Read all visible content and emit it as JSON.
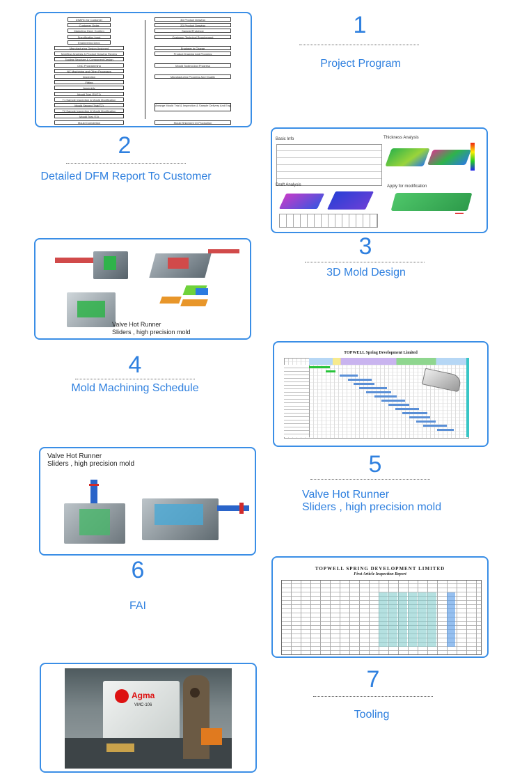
{
  "sections": [
    {
      "number": "1",
      "caption": "Project Program"
    },
    {
      "number": "2",
      "caption": "Detailed DFM Report To Customer"
    },
    {
      "number": "3",
      "caption": "3D Mold Design"
    },
    {
      "number": "4",
      "caption": "Mold Machining Schedule"
    },
    {
      "number": "5",
      "caption_line1": "Valve Hot Runner",
      "caption_line2": "Sliders , high precision mold"
    },
    {
      "number": "6",
      "caption": "FAI"
    },
    {
      "number": "7",
      "caption": "Tooling"
    }
  ],
  "flowchart": {
    "left": [
      "DIMIRC for Customer",
      "Customer Order",
      "Marketing Dept. Confirm",
      "Specification Input",
      "Engineering Dept.",
      "Manufacturing Design Assigned",
      "Moldflow Analysis & Product Drawing Review",
      "Tooling Structure & Component Design",
      "CNC Programming",
      "NC Machining and Other Processes",
      "Inspection",
      "Fitting",
      "Assembly",
      "Mould Trial (T0/T1)",
      "T1 Sample Inspection & Mould Modification",
      "Mould Second Trial(T2)",
      "T2 Sample Inspection & Mould Modification",
      "Mould Trial (T3)",
      "Mould Completion"
    ],
    "right": [
      "3D Product Drawing",
      "2D Product Drawing",
      "Sample/Prototype",
      "Customer Technical Requirement",
      "Engineer in Charge",
      "Product Drawing And Progress",
      "Mould Tooling And Progress",
      "Manufacturing Progress And Quality",
      "Arrange Mould Trial & Inspection & Sample Delivery And Engineering Paperwork",
      "Mould Shipment Or Production"
    ]
  },
  "dfm": {
    "basic_info": "Basic Info",
    "thickness": "Thickness Analysis",
    "draft": "Draft Analysis",
    "apply": "Apply for modification"
  },
  "mold_design_image": {
    "line1": "Valve Hot Runner",
    "line2": "Sliders , high precision mold"
  },
  "schedule_image": {
    "title": "TOPWELL Spring Development Limited"
  },
  "hot_runner_image": {
    "line1": "Valve Hot Runner",
    "line2": "Sliders , high precision mold"
  },
  "fai_image": {
    "title": "TOPWELL SPRING DEVELOPMENT LIMITED",
    "subtitle": "First Article Inspection Report"
  },
  "tooling_image": {
    "brand": "Agma",
    "model": "VMC-106"
  },
  "colors": {
    "accent": "#2f80df",
    "border": "#3a8ee6"
  }
}
